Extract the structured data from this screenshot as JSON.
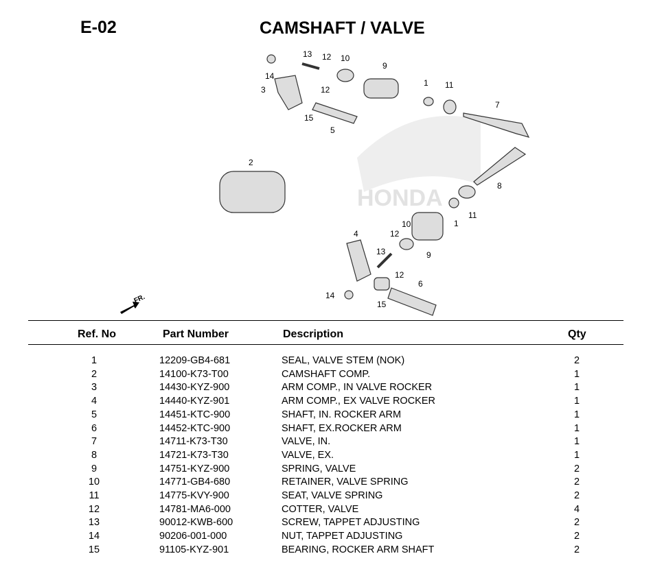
{
  "header": {
    "code": "E-02",
    "title": "CAMSHAFT / VALVE"
  },
  "diagram": {
    "callouts": [
      "13",
      "12",
      "10",
      "9",
      "1",
      "11",
      "14",
      "3",
      "12",
      "15",
      "5",
      "7",
      "2",
      "8",
      "1",
      "11",
      "12",
      "10",
      "4",
      "13",
      "12",
      "9",
      "6",
      "14",
      "15"
    ],
    "front_label": "FR.",
    "watermark": "HONDA"
  },
  "table": {
    "headers": {
      "ref": "Ref. No",
      "part": "Part Number",
      "desc": "Description",
      "qty": "Qty"
    },
    "rows": [
      {
        "ref": "1",
        "part": "12209-GB4-681",
        "desc": "SEAL, VALVE STEM (NOK)",
        "qty": "2"
      },
      {
        "ref": "2",
        "part": "14100-K73-T00",
        "desc": "CAMSHAFT COMP.",
        "qty": "1"
      },
      {
        "ref": "3",
        "part": "14430-KYZ-900",
        "desc": "ARM COMP., IN VALVE ROCKER",
        "qty": "1"
      },
      {
        "ref": "4",
        "part": "14440-KYZ-901",
        "desc": "ARM COMP., EX VALVE ROCKER",
        "qty": "1"
      },
      {
        "ref": "5",
        "part": "14451-KTC-900",
        "desc": "SHAFT, IN. ROCKER ARM",
        "qty": "1"
      },
      {
        "ref": "6",
        "part": "14452-KTC-900",
        "desc": "SHAFT, EX.ROCKER ARM",
        "qty": "1"
      },
      {
        "ref": "7",
        "part": "14711-K73-T30",
        "desc": "VALVE, IN.",
        "qty": "1"
      },
      {
        "ref": "8",
        "part": "14721-K73-T30",
        "desc": "VALVE, EX.",
        "qty": "1"
      },
      {
        "ref": "9",
        "part": "14751-KYZ-900",
        "desc": "SPRING, VALVE",
        "qty": "2"
      },
      {
        "ref": "10",
        "part": "14771-GB4-680",
        "desc": "RETAINER, VALVE SPRING",
        "qty": "2"
      },
      {
        "ref": "11",
        "part": "14775-KVY-900",
        "desc": "SEAT, VALVE SPRING",
        "qty": "2"
      },
      {
        "ref": "12",
        "part": "14781-MA6-000",
        "desc": "COTTER, VALVE",
        "qty": "4"
      },
      {
        "ref": "13",
        "part": "90012-KWB-600",
        "desc": "SCREW, TAPPET ADJUSTING",
        "qty": "2"
      },
      {
        "ref": "14",
        "part": "90206-001-000",
        "desc": "NUT, TAPPET ADJUSTING",
        "qty": "2"
      },
      {
        "ref": "15",
        "part": "91105-KYZ-901",
        "desc": "BEARING, ROCKER ARM SHAFT",
        "qty": "2"
      }
    ]
  }
}
